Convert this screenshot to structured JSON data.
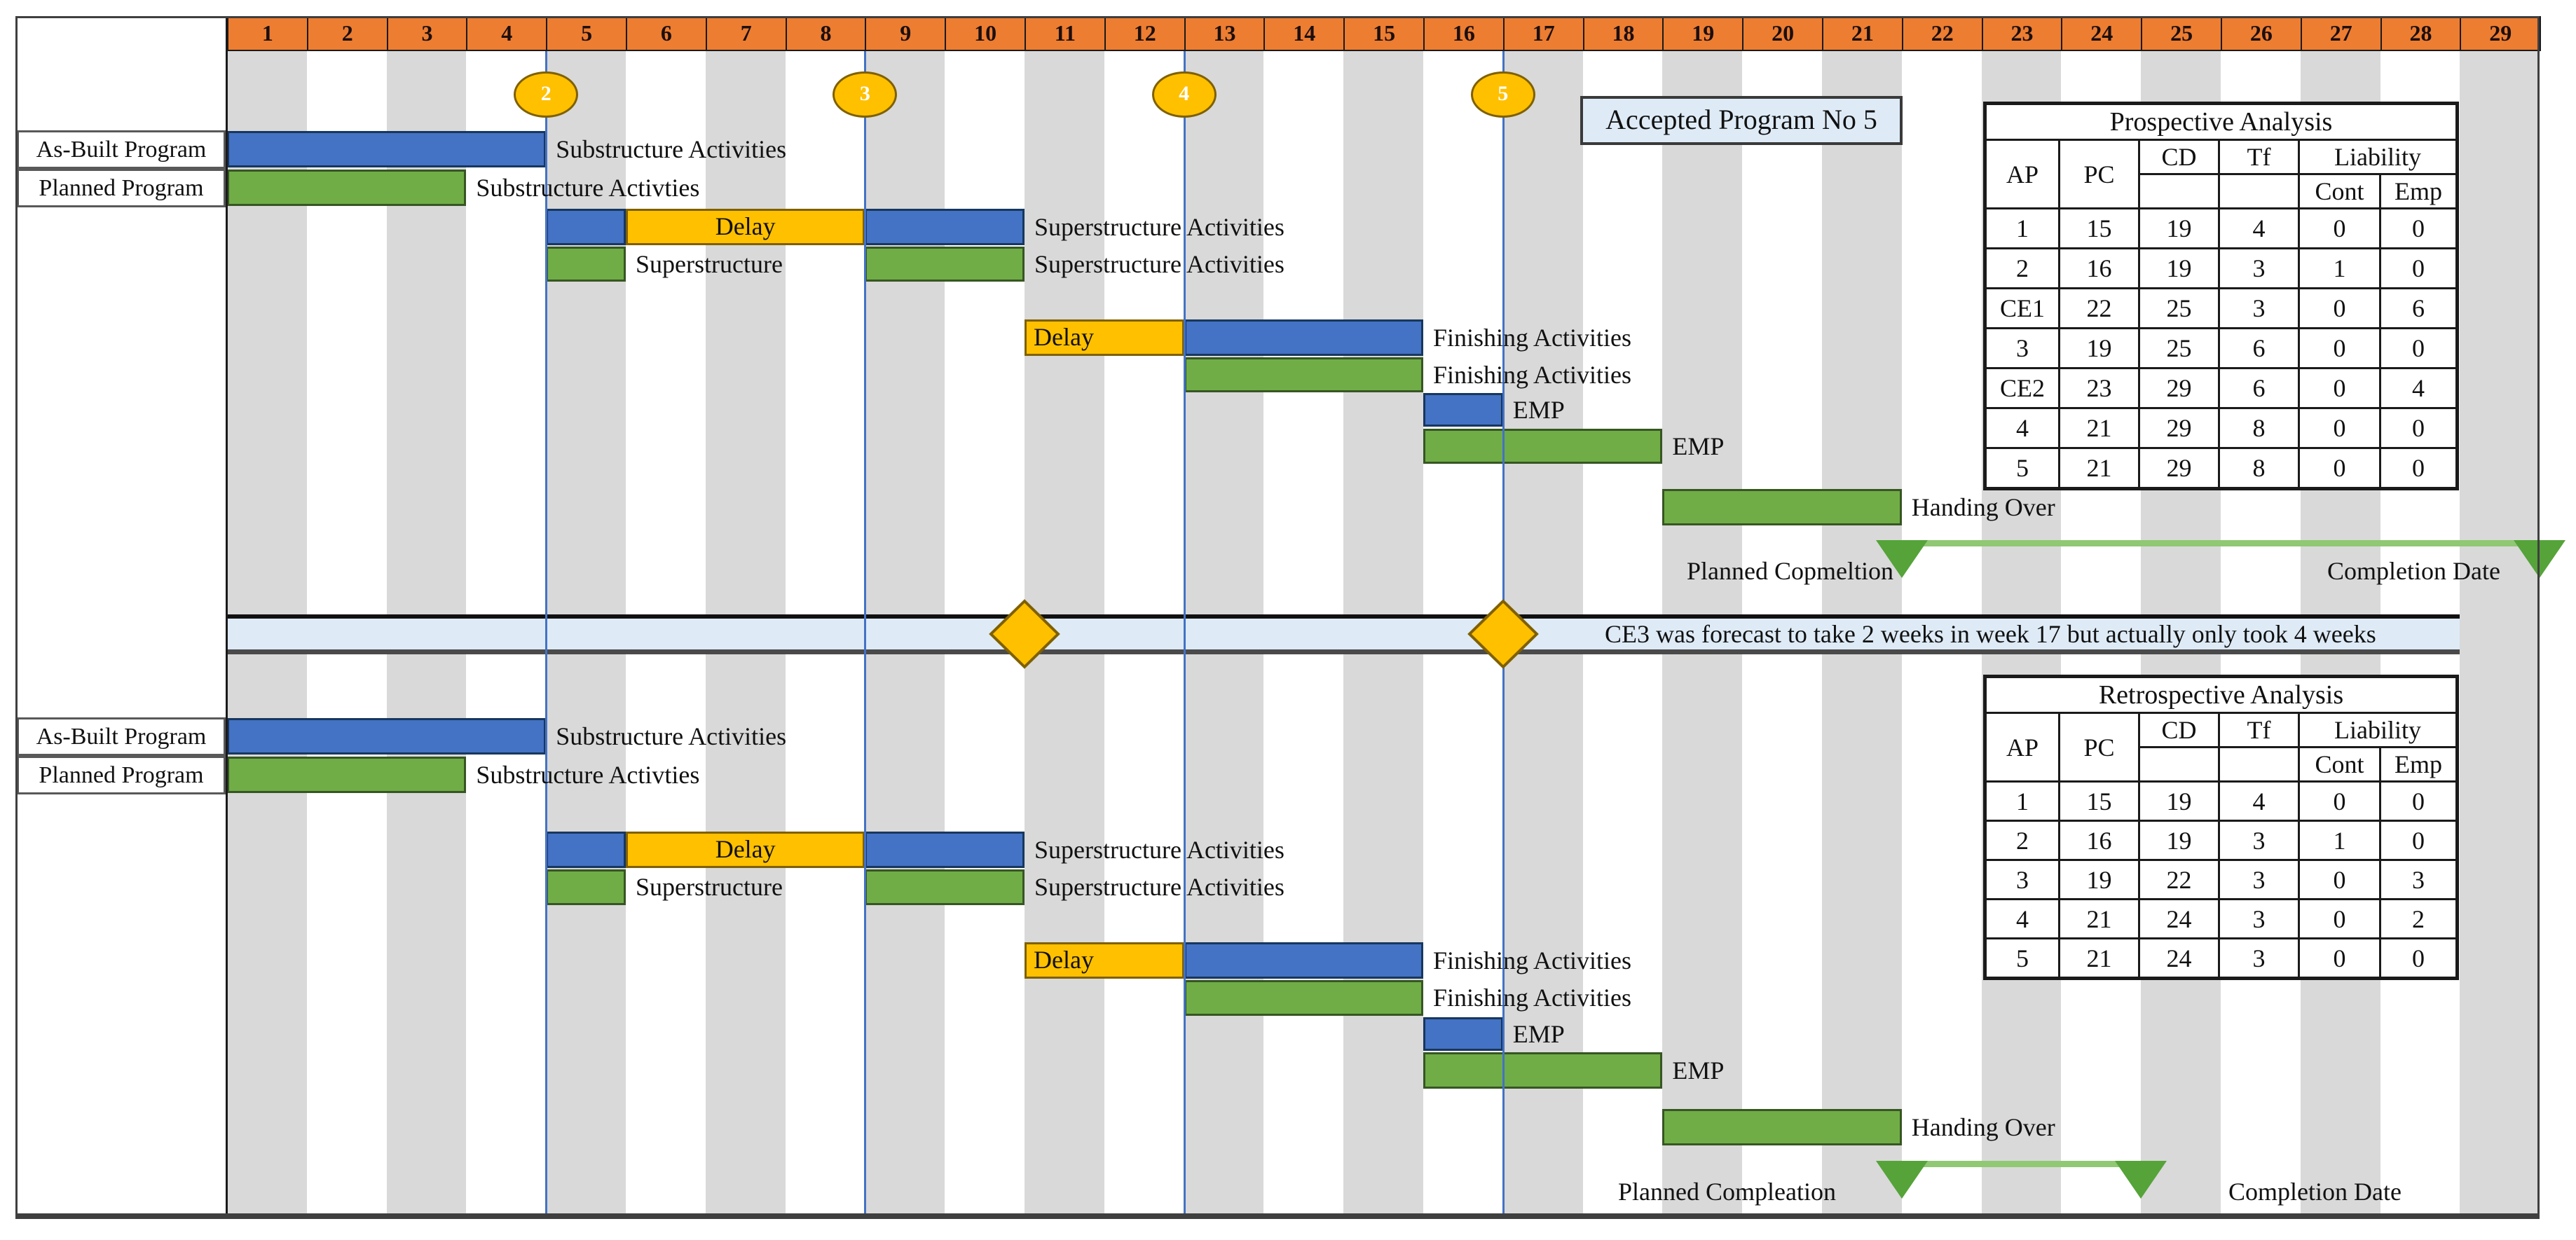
{
  "accepted_box": {
    "label": "Accepted Program No 5"
  },
  "week_numbers": [
    "1",
    "2",
    "3",
    "4",
    "5",
    "6",
    "7",
    "8",
    "9",
    "10",
    "11",
    "12",
    "13",
    "14",
    "15",
    "16",
    "17",
    "18",
    "19",
    "20",
    "21",
    "22",
    "23",
    "24",
    "25",
    "26",
    "27",
    "28",
    "29"
  ],
  "program_labels": {
    "as_built": "As-Built Program",
    "planned": "Planned Program"
  },
  "colors": {
    "header": "#ED7D31",
    "stripe": "#D9D9D9",
    "actual_bar": "#4472C4",
    "planned_bar": "#70AD47",
    "delay_bar": "#FFC000",
    "marker": "#FFC000",
    "marker_border": "#7F6000",
    "ap_line": "#4472C4",
    "band": "#DEEBF7",
    "milestone_line": "#90C873",
    "milestone_triangle": "#55A339"
  },
  "chart_data": {
    "type": "gantt",
    "time_unit": "week",
    "x_ticks": [
      1,
      2,
      3,
      4,
      5,
      6,
      7,
      8,
      9,
      10,
      11,
      12,
      13,
      14,
      15,
      16,
      17,
      18,
      19,
      20,
      21,
      22,
      23,
      24,
      25,
      26,
      27,
      28,
      29
    ],
    "accepted_program_markers": [
      {
        "label": "2",
        "week": 4
      },
      {
        "label": "3",
        "week": 8
      },
      {
        "label": "4",
        "week": 12
      },
      {
        "label": "5",
        "week": 16
      }
    ],
    "ce_band": {
      "text": "CE3 was forecast to take 2 weeks in week 17 but actually only took 4 weeks",
      "diamond_weeks": [
        10,
        16
      ]
    },
    "rows": [
      {
        "segments": [
          {
            "kind": "actual",
            "from": 0,
            "to": 4
          }
        ],
        "label": "Substructure Activities"
      },
      {
        "segments": [
          {
            "kind": "planned",
            "from": 0,
            "to": 3
          }
        ],
        "label": "Substructure Activties"
      },
      {
        "segments": [
          {
            "kind": "actual",
            "from": 4,
            "to": 5
          },
          {
            "kind": "delay",
            "from": 5,
            "to": 8,
            "text": "Delay",
            "text_align": "center"
          },
          {
            "kind": "actual",
            "from": 8,
            "to": 10
          }
        ],
        "label": "Superstructure Activities"
      },
      {
        "segments": [
          {
            "kind": "planned",
            "from": 4,
            "to": 5,
            "label_after": "Superstructure"
          },
          {
            "kind": "planned",
            "from": 8,
            "to": 10
          }
        ],
        "label": "Superstructure Activities"
      },
      {
        "segments": [
          {
            "kind": "delay",
            "from": 10,
            "to": 12,
            "text": "Delay",
            "text_align": "left"
          },
          {
            "kind": "actual",
            "from": 12,
            "to": 15
          }
        ],
        "label": "Finishing Activities"
      },
      {
        "segments": [
          {
            "kind": "planned",
            "from": 12,
            "to": 15
          }
        ],
        "label": "Finishing Activities"
      },
      {
        "segments": [
          {
            "kind": "actual",
            "from": 15,
            "to": 16
          }
        ],
        "label": "EMP"
      },
      {
        "segments": [
          {
            "kind": "planned",
            "from": 15,
            "to": 18
          }
        ],
        "label": "EMP"
      },
      {
        "segments": [
          {
            "kind": "planned",
            "from": 18,
            "to": 21
          }
        ],
        "label": "Handing Over"
      }
    ],
    "sections": [
      {
        "name": "Prospective",
        "milestones": {
          "planned_completion_week": 21,
          "completion_week": 29,
          "planned_label": "Planned Copmeltion",
          "completion_label": "Completion Date"
        }
      },
      {
        "name": "Retrospective",
        "milestones": {
          "planned_completion_week": 21,
          "completion_week": 24,
          "planned_label": "Planned Compleation",
          "completion_label": "Completion Date"
        }
      }
    ],
    "tables": [
      {
        "title": "Prospective Analysis",
        "col_headers": [
          "AP",
          "PC",
          "CD",
          "Tf"
        ],
        "liability_header": "Liability",
        "liability_sub": [
          "Cont",
          "Emp"
        ],
        "rows": [
          [
            "1",
            "15",
            "19",
            "4",
            "0",
            "0"
          ],
          [
            "2",
            "16",
            "19",
            "3",
            "1",
            "0"
          ],
          [
            "CE1",
            "22",
            "25",
            "3",
            "0",
            "6"
          ],
          [
            "3",
            "19",
            "25",
            "6",
            "0",
            "0"
          ],
          [
            "CE2",
            "23",
            "29",
            "6",
            "0",
            "4"
          ],
          [
            "4",
            "21",
            "29",
            "8",
            "0",
            "0"
          ],
          [
            "5",
            "21",
            "29",
            "8",
            "0",
            "0"
          ]
        ]
      },
      {
        "title": "Retrospective Analysis",
        "col_headers": [
          "AP",
          "PC",
          "CD",
          "Tf"
        ],
        "liability_header": "Liability",
        "liability_sub": [
          "Cont",
          "Emp"
        ],
        "rows": [
          [
            "1",
            "15",
            "19",
            "4",
            "0",
            "0"
          ],
          [
            "2",
            "16",
            "19",
            "3",
            "1",
            "0"
          ],
          [
            "3",
            "19",
            "22",
            "3",
            "0",
            "3"
          ],
          [
            "4",
            "21",
            "24",
            "3",
            "0",
            "2"
          ],
          [
            "5",
            "21",
            "24",
            "3",
            "0",
            "0"
          ]
        ]
      }
    ]
  }
}
